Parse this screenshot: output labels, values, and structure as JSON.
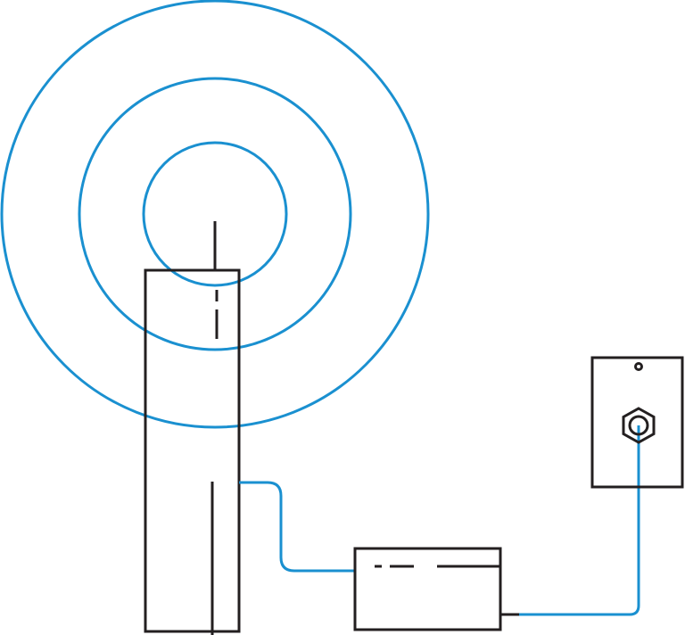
{
  "diagram": {
    "type": "antenna-to-wall-outlet connection",
    "colors": {
      "signal": "#1a90d0",
      "outline": "#231f20",
      "background": "#ffffff"
    },
    "elements": [
      "signal-waves",
      "antenna-tower",
      "coax-cable",
      "receiver-box",
      "wall-coax-outlet"
    ]
  }
}
